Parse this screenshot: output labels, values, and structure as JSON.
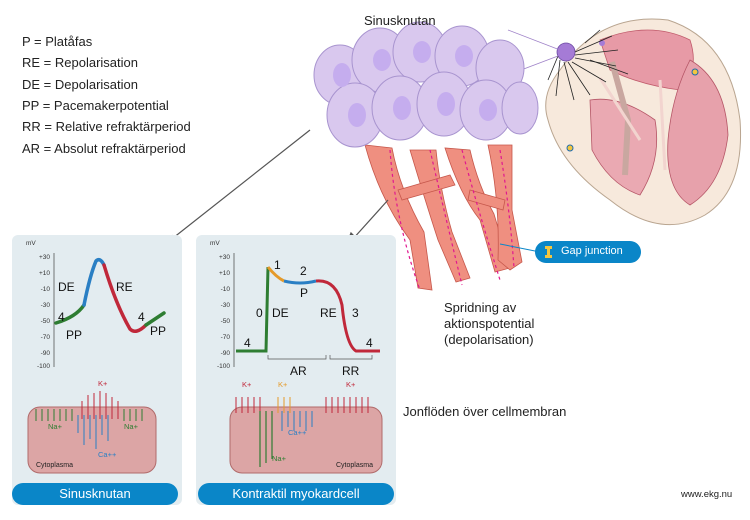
{
  "legend": [
    "P = Platåfas",
    "RE = Repolarisation",
    "DE = Depolarisation",
    "PP = Pacemakerpotential",
    "RR = Relative refraktärperiod",
    "AR = Absolut refraktärperiod"
  ],
  "labels": {
    "sinus_node": "Sinusknutan",
    "gap_junction": "Gap junction",
    "spread_line1": "Spridning av",
    "spread_line2": "aktionspotential",
    "spread_line3": "(depolarisation)",
    "ion_flows": "Jonflöden över cellmembran",
    "source": "www.ekg.nu"
  },
  "panels": {
    "left_title": "Sinusknutan",
    "right_title": "Kontraktil myokardcell",
    "y_unit": "mV",
    "y_ticks": [
      "+30",
      "+10",
      "-10",
      "-30",
      "-50",
      "-70",
      "-90",
      "-100"
    ],
    "left_phases": {
      "de": "DE",
      "re": "RE",
      "four_a": "4",
      "four_b": "4",
      "pp_a": "PP",
      "pp_b": "PP"
    },
    "right_phases": {
      "p0": "0",
      "de": "DE",
      "p1": "1",
      "p2": "2",
      "p": "P",
      "re": "RE",
      "p3": "3",
      "p4a": "4",
      "p4b": "4",
      "ar": "AR",
      "rr": "RR"
    },
    "left_ions": {
      "k": "K+",
      "na_left": "Na+",
      "na_right": "Na+",
      "ca": "Ca++",
      "cytoplasma": "Cytoplasma"
    },
    "right_ions": {
      "k_left": "K+",
      "k_mid": "K+",
      "k_right": "K+",
      "ca": "Ca++",
      "na": "Na+",
      "cytoplasma": "Cytoplasma"
    }
  },
  "colors": {
    "panel_bg": "#e3ecf0",
    "button": "#0a86c8",
    "curve_green": "#2e7d32",
    "curve_blue": "#2a7fc4",
    "curve_red": "#c0283a",
    "curve_orange": "#e59a2a",
    "cell_purple": "#d9c8ee",
    "fiber": "#ef8f80"
  }
}
